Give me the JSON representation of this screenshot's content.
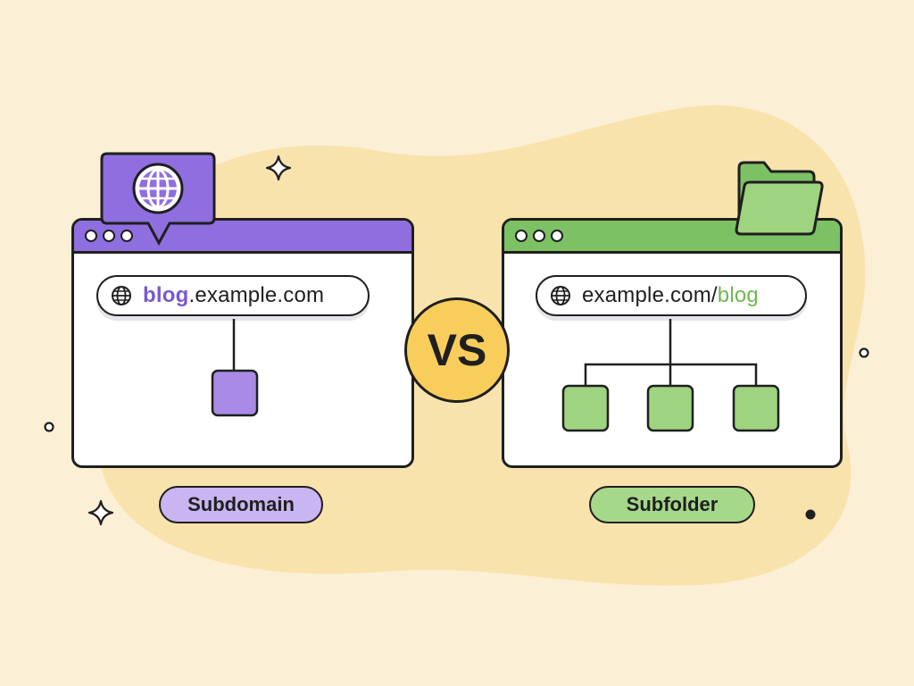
{
  "left_panel": {
    "url_highlight": "blog",
    "url_rest": ".example.com",
    "label": "Subdomain",
    "accent_color": "#8f6ee0"
  },
  "right_panel": {
    "url_rest": "example.com/",
    "url_highlight": "blog",
    "label": "Subfolder",
    "accent_color": "#7cc164"
  },
  "center_badge": {
    "text": "VS",
    "color": "#f8cd5c"
  },
  "icons": {
    "left_callout": "globe-icon",
    "right_callout": "folder-icon",
    "url_icon": "globe-icon",
    "decorations": [
      "sparkle-icon",
      "sparkle-icon",
      "circle-dot",
      "circle-dot",
      "filled-dot"
    ]
  },
  "colors": {
    "background": "#fbefd6",
    "blob": "#f9e3ad",
    "outline": "#1f1f1f"
  }
}
